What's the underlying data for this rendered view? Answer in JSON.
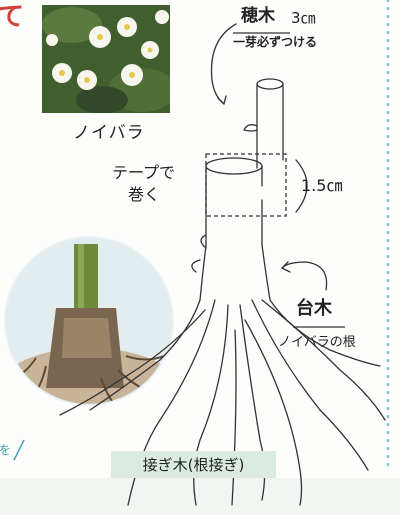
{
  "title_fragment": "て",
  "margin_fragment": "を",
  "photo": {
    "caption": "ノイバラ"
  },
  "labels": {
    "scion_title": "穂木",
    "scion_size": "3㎝",
    "scion_note": "一芽必ずつける",
    "tape_line1": "テープで",
    "tape_line2": "巻く",
    "tape_size": "1.5㎝",
    "stock_title": "台木",
    "stock_note": "ノイバラの根"
  },
  "caption": "接ぎ木(根接ぎ)",
  "colors": {
    "title": "#d0413a",
    "caption_bg": "#dcebe2",
    "dots": "#7fc8d8",
    "line": "#333333"
  }
}
